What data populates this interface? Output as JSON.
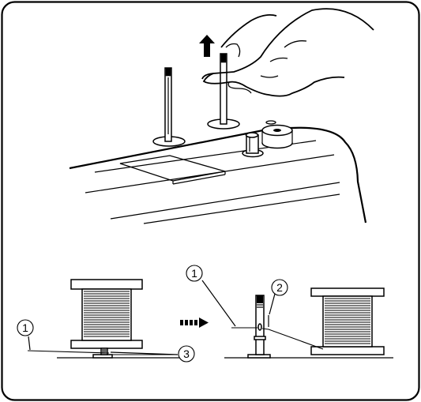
{
  "callouts": [
    {
      "id": "c1-left",
      "text": "1"
    },
    {
      "id": "c3",
      "text": "3"
    },
    {
      "id": "c1-right",
      "text": "1"
    },
    {
      "id": "c2",
      "text": "2"
    }
  ]
}
